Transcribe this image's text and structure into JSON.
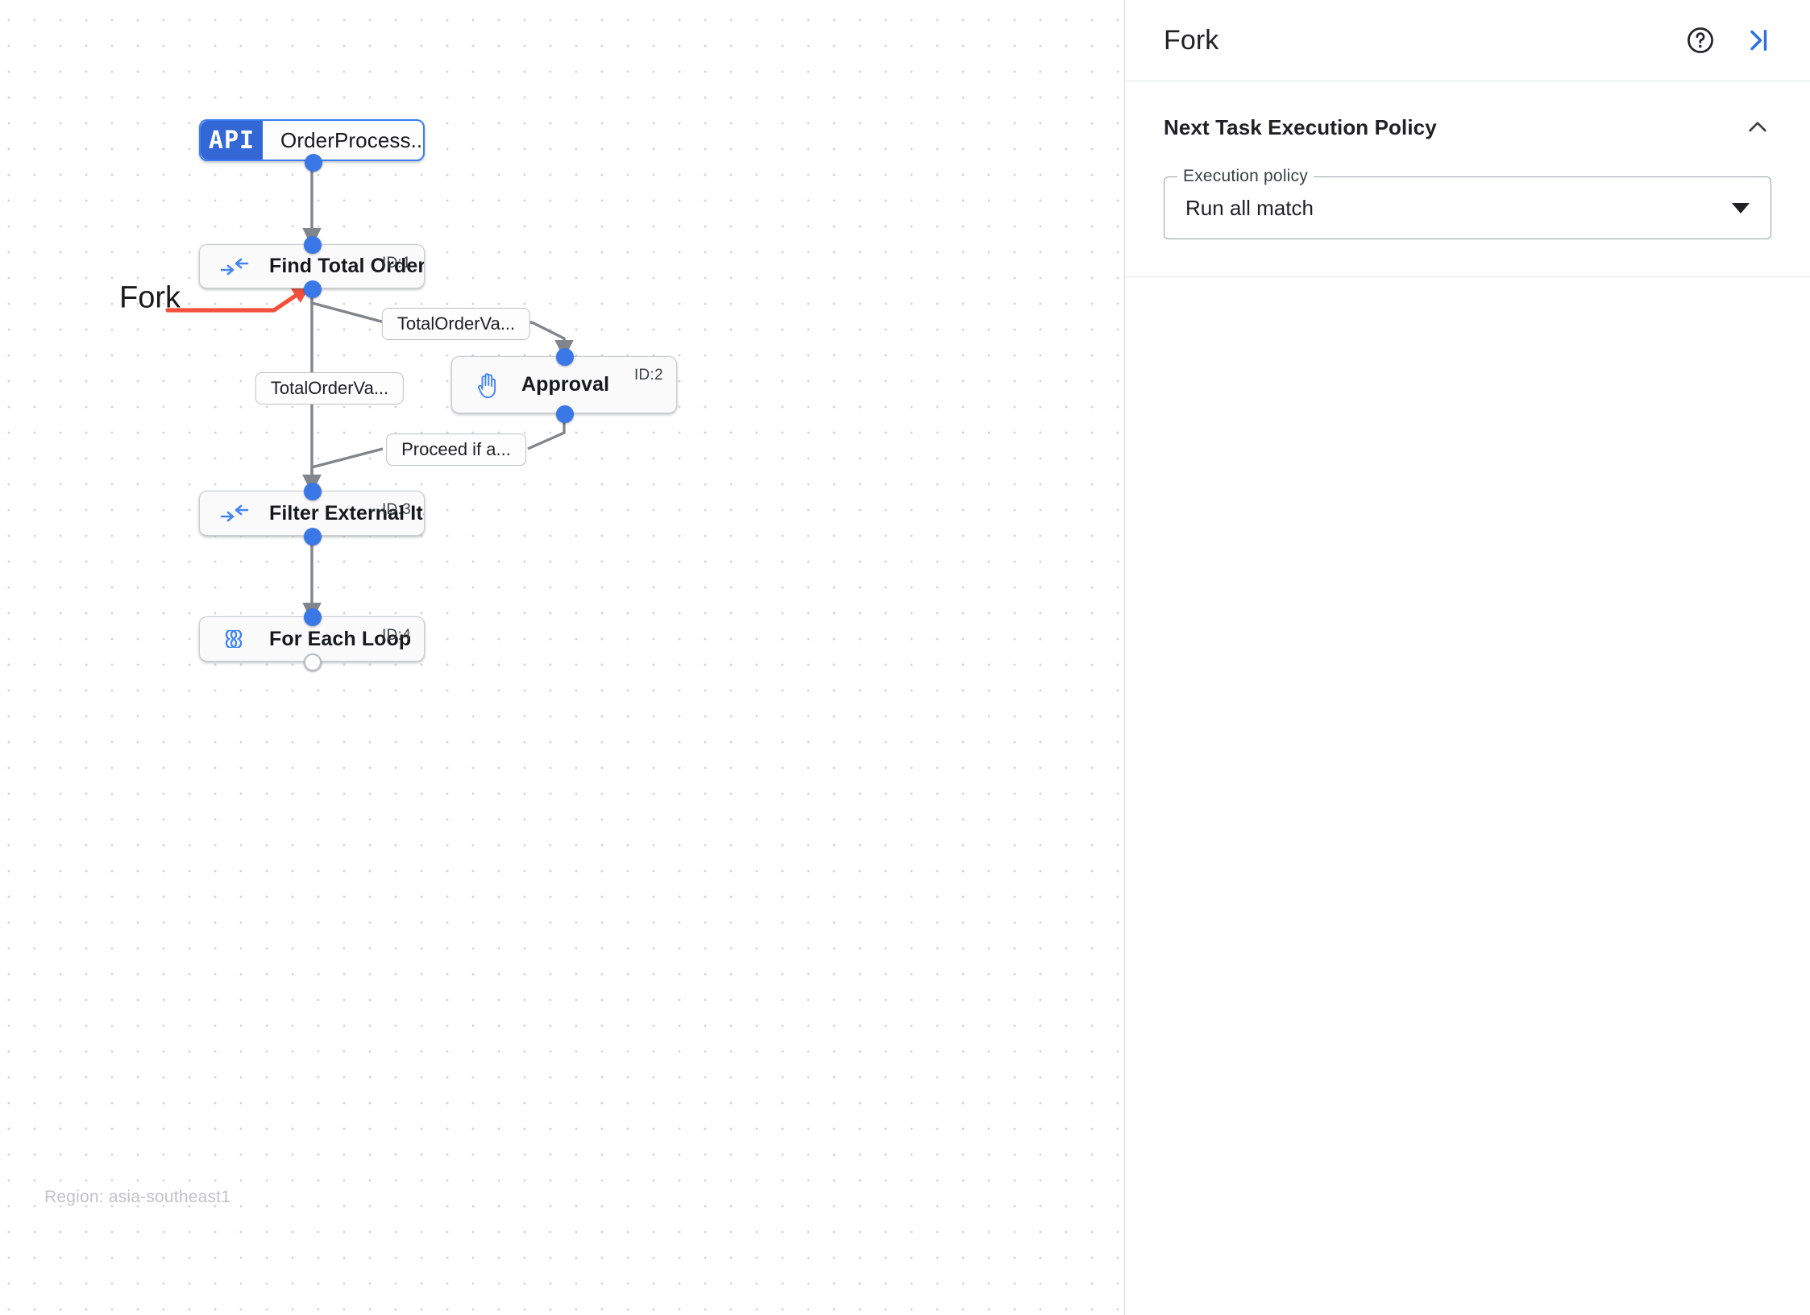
{
  "canvas": {
    "annotation": {
      "label": "Fork",
      "color": "#f4503c"
    },
    "region_text": "Region: asia-southeast1",
    "nodes": [
      {
        "id": "trigger",
        "kind": "api",
        "badge": "API",
        "title": "OrderProcess...",
        "id_label": "",
        "icon": "api-badge-icon"
      },
      {
        "id": "task1",
        "kind": "task",
        "badge": "",
        "title": "Find Total Order Price",
        "id_label": "ID:1",
        "icon": "merge-arrows-icon"
      },
      {
        "id": "task2",
        "kind": "task",
        "badge": "",
        "title": "Approval",
        "id_label": "ID:2",
        "icon": "hand-icon"
      },
      {
        "id": "task3",
        "kind": "task",
        "badge": "",
        "title": "Filter External Items",
        "id_label": "ID:3",
        "icon": "merge-arrows-icon"
      },
      {
        "id": "task4",
        "kind": "task",
        "badge": "",
        "title": "For Each Loop",
        "id_label": "ID:4",
        "icon": "infinity-icon"
      }
    ],
    "edge_labels": [
      {
        "id": "e1",
        "text": "TotalOrderVa..."
      },
      {
        "id": "e2",
        "text": "TotalOrderVa..."
      },
      {
        "id": "e3",
        "text": "Proceed if a..."
      }
    ],
    "colors": {
      "port": "#3b78e7",
      "edge": "#80868b",
      "accent": "#3367d6"
    }
  },
  "panel": {
    "title": "Fork",
    "help_icon": "help-circle-icon",
    "collapse_icon": "collapse-panel-icon",
    "section": {
      "title": "Next Task Execution Policy",
      "collapse_icon": "chevron-up-icon",
      "field": {
        "label": "Execution policy",
        "value": "Run all match",
        "dropdown_icon": "caret-down-icon"
      }
    }
  }
}
